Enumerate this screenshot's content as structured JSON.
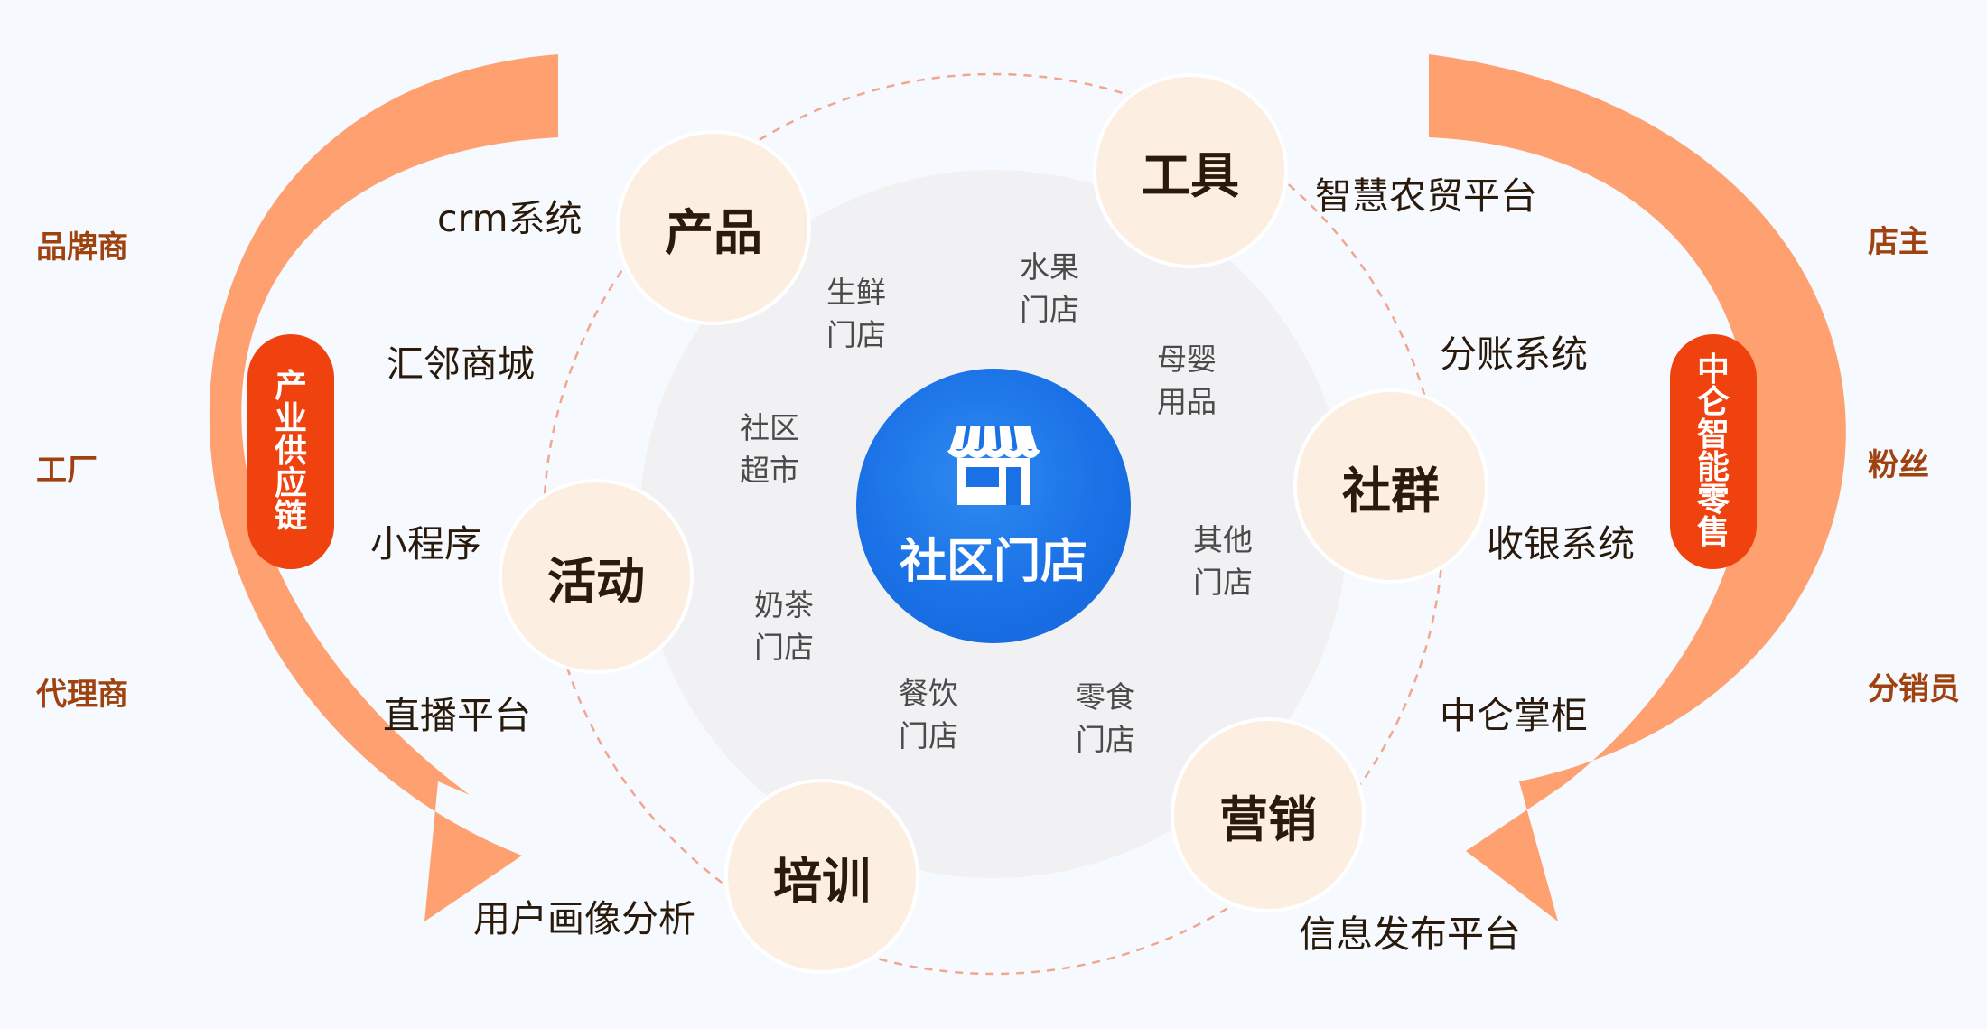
{
  "center": {
    "label": "社区门店",
    "icon": "storefront-icon"
  },
  "hubs": [
    {
      "id": "product",
      "label": "产品"
    },
    {
      "id": "tools",
      "label": "工具"
    },
    {
      "id": "community",
      "label": "社群"
    },
    {
      "id": "marketing",
      "label": "营销"
    },
    {
      "id": "training",
      "label": "培训"
    },
    {
      "id": "activity",
      "label": "活动"
    }
  ],
  "store_types": [
    {
      "id": "fresh",
      "label": "生鲜\n门店"
    },
    {
      "id": "fruit",
      "label": "水果\n门店"
    },
    {
      "id": "maternal",
      "label": "母婴\n用品"
    },
    {
      "id": "supermarket",
      "label": "社区\n超市"
    },
    {
      "id": "other",
      "label": "其他\n门店"
    },
    {
      "id": "milk-tea",
      "label": "奶茶\n门店"
    },
    {
      "id": "catering",
      "label": "餐饮\n门店"
    },
    {
      "id": "snack",
      "label": "零食\n门店"
    }
  ],
  "left_features": [
    {
      "id": "crm",
      "label": "crm系统"
    },
    {
      "id": "mall",
      "label": "汇邻商城"
    },
    {
      "id": "mini-program",
      "label": "小程序"
    },
    {
      "id": "live",
      "label": "直播平台"
    },
    {
      "id": "portrait",
      "label": "用户画像分析"
    }
  ],
  "right_features": [
    {
      "id": "agri",
      "label": "智慧农贸平台"
    },
    {
      "id": "split",
      "label": "分账系统"
    },
    {
      "id": "cashier",
      "label": "收银系统"
    },
    {
      "id": "counter",
      "label": "中仑掌柜"
    },
    {
      "id": "info",
      "label": "信息发布平台"
    }
  ],
  "left_side": [
    "品牌商",
    "工厂",
    "代理商"
  ],
  "right_side": [
    "店主",
    "粉丝",
    "分销员"
  ],
  "left_pill": "产业供应链",
  "right_pill": "中仑智能零售",
  "colors": {
    "arrow": "#ffa071",
    "pill": "#f0420f",
    "side_text": "#a0420f",
    "hub_fill": "#fdeee2",
    "center": "#1a71e6",
    "dashed_ring": "#f1a690",
    "inner_disc": "#f1f1f3"
  }
}
